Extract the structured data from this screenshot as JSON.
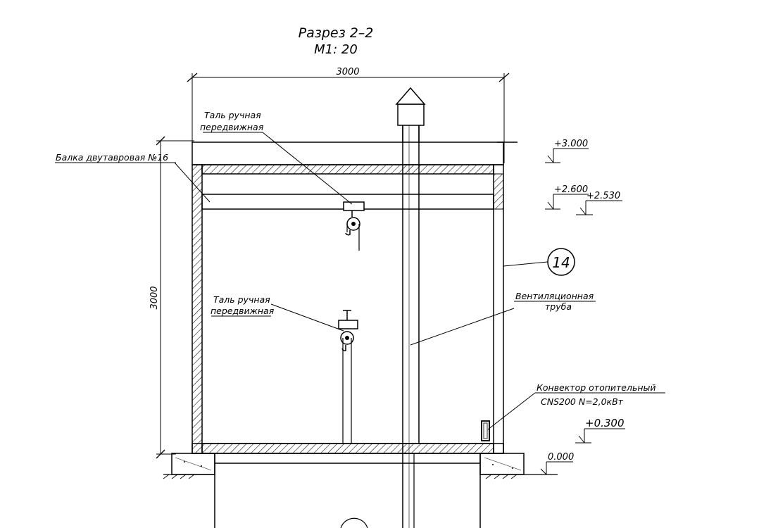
{
  "title": "Разрез 2–2",
  "scale": "М1: 20",
  "dimensions": {
    "width": "3000",
    "height": "3000"
  },
  "callouts": {
    "hoist_top_line1": "Таль ручная",
    "hoist_top_line2": "передвижная",
    "beam": "Балка двутавровая №16",
    "hoist_mid_line1": "Таль ручная",
    "hoist_mid_line2": "передвижная",
    "vent_line1": "Вентиляционная",
    "vent_line2": "труба",
    "convector_line1": "Конвектор отопительный",
    "convector_line2": "CNS200   N=2,0кВт",
    "wall_ref": "14"
  },
  "levels": [
    "+3.000",
    "+2.600",
    "+2.530",
    "+0.300",
    "0.000"
  ]
}
